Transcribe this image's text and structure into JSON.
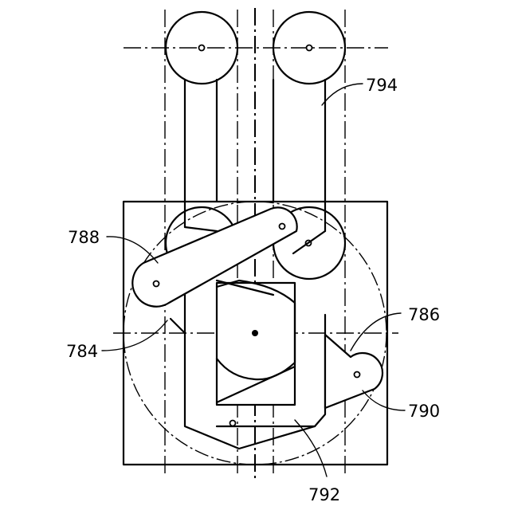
{
  "labels": {
    "ref_794": "794",
    "ref_788": "788",
    "ref_786": "786",
    "ref_784": "784",
    "ref_790": "790",
    "ref_792": "792"
  }
}
